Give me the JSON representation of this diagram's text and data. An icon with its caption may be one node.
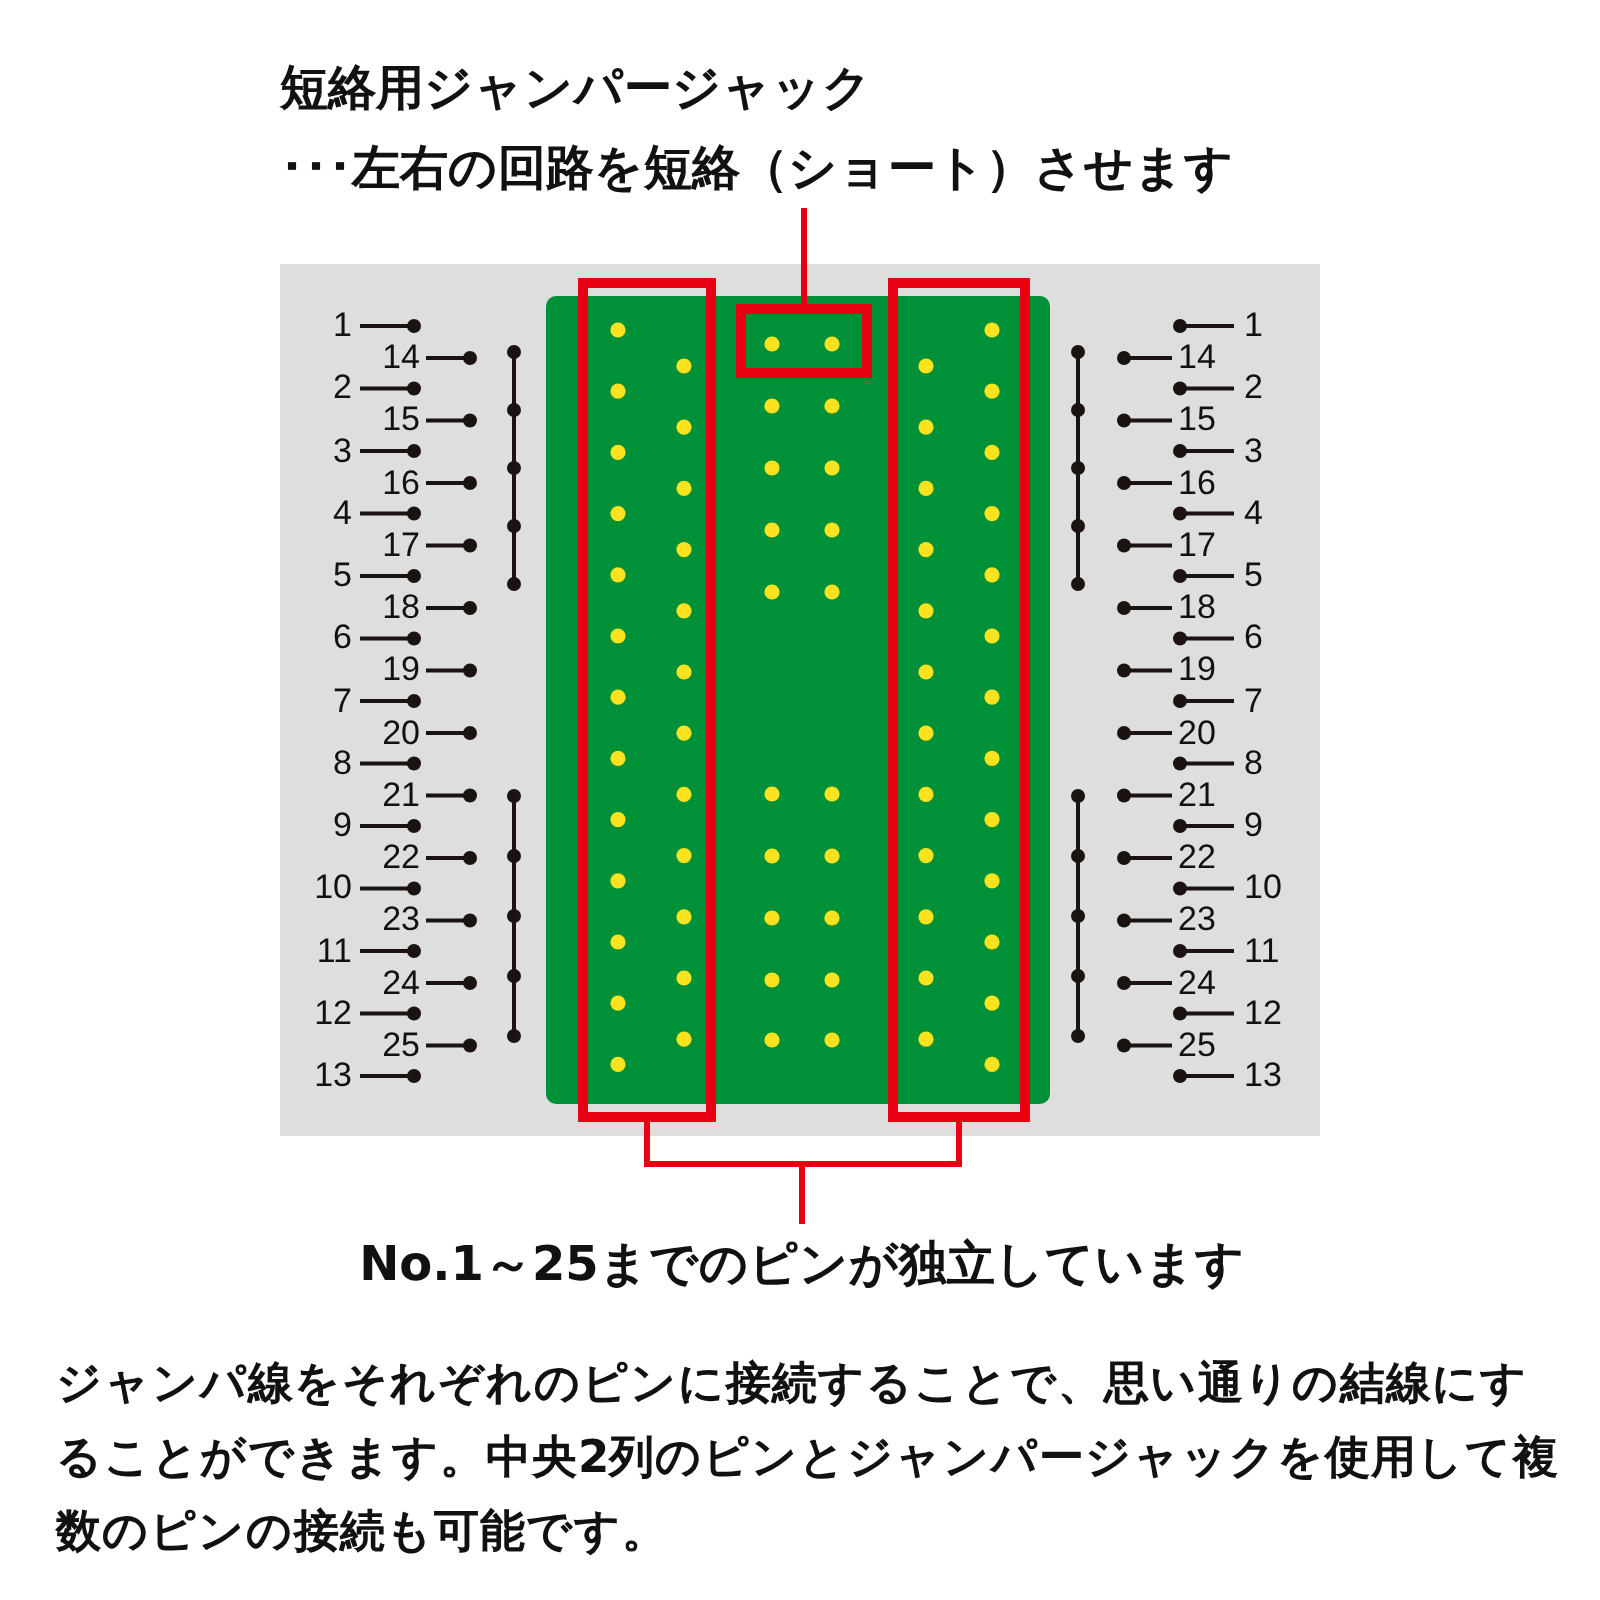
{
  "diagram": {
    "nodes": [
      {
        "text": [
          "短絡用ジャンパージャック",
          "･･･左右の回路を短絡（ショート）させます"
        ]
      },
      {
        "text": [],
        "shape": "box"
      },
      {
        "text": [],
        "shape": "box"
      },
      {
        "text": [],
        "shape": "box"
      },
      {
        "text": [
          "No.1～25までのピンが独立しています"
        ]
      }
    ],
    "edges": [
      {
        "from": 0,
        "to": 2,
        "arrow": "none"
      },
      {
        "from": 4,
        "to": 1,
        "arrow": "none"
      },
      {
        "from": 4,
        "to": 3,
        "arrow": "none"
      }
    ],
    "labels": [
      "1",
      "14",
      "2",
      "15",
      "3",
      "16",
      "4",
      "17",
      "5",
      "18",
      "6",
      "19",
      "7",
      "20",
      "8",
      "21",
      "9",
      "22",
      "10",
      "23",
      "11",
      "24",
      "12",
      "25",
      "13",
      "1",
      "14",
      "2",
      "15",
      "3",
      "16",
      "4",
      "17",
      "5",
      "18",
      "6",
      "19",
      "7",
      "20",
      "8",
      "21",
      "9",
      "22",
      "10",
      "23",
      "11",
      "24",
      "12",
      "25",
      "13",
      "ジャンパ線をそれぞれのピンに接続することで、思い通りの結線にすることができます。中央2列のピンとジャンパージャックを使用して複数のピンの接続も可能です。"
    ]
  }
}
